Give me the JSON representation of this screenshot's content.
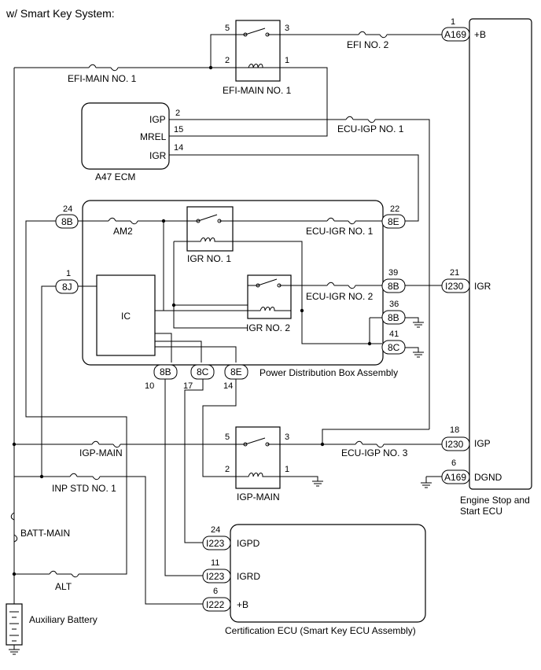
{
  "title": "w/ Smart Key System:",
  "components": {
    "ecm": {
      "name": "A47  ECM",
      "pins": {
        "igp": "IGP",
        "mrel": "MREL",
        "igr": "IGR"
      },
      "pin_numbers": {
        "igp": "2",
        "mrel": "15",
        "igr": "14"
      }
    },
    "pdb": {
      "name": "Power Distribution Box Assembly",
      "ic": "IC"
    },
    "engine_ecu": {
      "name_line1": "Engine Stop and",
      "name_line2": "Start ECU",
      "pins": {
        "b": "+B",
        "igr": "IGR",
        "igp": "IGP",
        "dgnd": "DGND"
      }
    },
    "cert_ecu": {
      "name": "Certification ECU (Smart Key ECU Assembly)",
      "pins": {
        "igpd": "IGPD",
        "igrd": "IGRD",
        "b": "+B"
      }
    },
    "battery": {
      "name": "Auxiliary Battery"
    }
  },
  "relays": {
    "efi_main1": {
      "label": "EFI-MAIN NO. 1",
      "p5": "5",
      "p3": "3",
      "p2": "2",
      "p1": "1"
    },
    "igr1": {
      "label": "IGR NO. 1"
    },
    "igr2": {
      "label": "IGR NO. 2"
    },
    "igp_main": {
      "label": "IGP-MAIN",
      "p5": "5",
      "p3": "3",
      "p2": "2",
      "p1": "1"
    }
  },
  "fuses": {
    "efi_no2": "EFI NO. 2",
    "efi_main1": "EFI-MAIN NO. 1",
    "ecu_igp1": "ECU-IGP NO. 1",
    "am2": "AM2",
    "ecu_igr1": "ECU-IGR NO. 1",
    "ecu_igr2": "ECU-IGR NO. 2",
    "igp_main": "IGP-MAIN",
    "ecu_igp3": "ECU-IGP NO. 3",
    "inp_std1": "INP STD NO. 1",
    "batt_main": "BATT-MAIN",
    "alt": "ALT"
  },
  "connectors": {
    "a169_top": {
      "id": "A169",
      "pin": "1"
    },
    "pdb_8b_left": {
      "id": "8B",
      "pin": "24"
    },
    "pdb_8j": {
      "id": "8J",
      "pin": "1"
    },
    "pdb_8e_right": {
      "id": "8E",
      "pin": "22"
    },
    "pdb_8b_right": {
      "id": "8B",
      "pin": "39"
    },
    "pdb_8b_gnd": {
      "id": "8B",
      "pin": "36"
    },
    "pdb_8c_gnd": {
      "id": "8C",
      "pin": "41"
    },
    "i230_igr": {
      "id": "I230",
      "pin": "21"
    },
    "pdb_8b_bottom": {
      "id": "8B",
      "pin": "10"
    },
    "pdb_8c_bottom": {
      "id": "8C",
      "pin": "17"
    },
    "pdb_8e_bottom": {
      "id": "8E",
      "pin": "14"
    },
    "i230_igp": {
      "id": "I230",
      "pin": "18"
    },
    "a169_dgnd": {
      "id": "A169",
      "pin": "6"
    },
    "i223_igpd": {
      "id": "I223",
      "pin": "24"
    },
    "i223_igrd": {
      "id": "I223",
      "pin": "11"
    },
    "i222_b": {
      "id": "I222",
      "pin": "6"
    }
  }
}
